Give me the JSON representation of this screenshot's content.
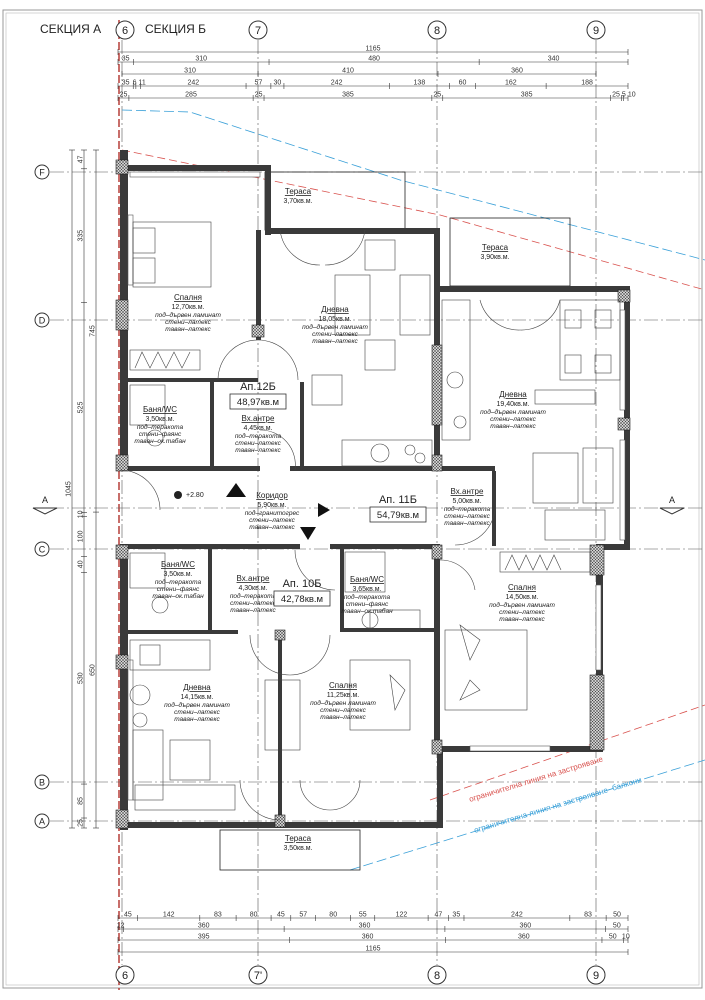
{
  "sections": {
    "left": "СЕКЦИЯ А",
    "right": "СЕКЦИЯ Б"
  },
  "axes": {
    "top": [
      "6",
      "7",
      "8",
      "9"
    ],
    "bottom": [
      "6",
      "7'",
      "8",
      "9"
    ],
    "left": [
      "F",
      "D",
      "C",
      "B",
      "A"
    ],
    "section_cut": "A"
  },
  "dimensions": {
    "top": [
      [
        "1165"
      ],
      [
        "35",
        "310",
        "480",
        "340"
      ],
      [
        "310",
        "410",
        "360"
      ],
      [
        "35",
        "6",
        "11",
        "242",
        "57",
        "30",
        "242",
        "138",
        "60",
        "162",
        "188"
      ],
      [
        "25",
        "285",
        "25",
        "385",
        "25",
        "385",
        "25",
        "5",
        "10"
      ]
    ],
    "bottom": [
      [
        "45",
        "142",
        "83",
        "80",
        "45",
        "57",
        "80",
        "55",
        "122",
        "47",
        "35",
        "242",
        "83",
        "50"
      ],
      [
        "12",
        "360",
        "360",
        "360",
        "50"
      ],
      [
        "395",
        "360",
        "360",
        "50",
        "10"
      ],
      [
        "1165"
      ]
    ],
    "left_inner": [
      "47",
      "335",
      "525",
      "10",
      "100",
      "40",
      "530",
      "85",
      "25"
    ],
    "left_mid": [
      "745",
      "650"
    ],
    "left_total": "1045"
  },
  "apartments": [
    {
      "name": "Ап.12Б",
      "area": "48,97кв.м"
    },
    {
      "name": "Ап. 11Б",
      "area": "54,79кв.м"
    },
    {
      "name": "Ап. 10Б",
      "area": "42,78кв.м"
    }
  ],
  "rooms": [
    {
      "name": "Спалня",
      "area": "12,70кв.м.",
      "finish": [
        "под–дървен ламинат",
        "стени–латекс",
        "таван–латекс"
      ]
    },
    {
      "name": "Дневна",
      "area": "18,05кв.м.",
      "finish": [
        "под–дървен ламинат",
        "стени–латекс",
        "таван–латекс"
      ]
    },
    {
      "name": "Баня/WC",
      "area": "3,50кв.м.",
      "finish": [
        "под–теракота",
        "стени–фаянс",
        "таван–ок.табан"
      ]
    },
    {
      "name": "Вх.антре",
      "area": "4,45кв.м.",
      "finish": [
        "под–теракота",
        "стени–латекс",
        "таван–латекс"
      ]
    },
    {
      "name": "Тераса",
      "area": "3,70кв.м.",
      "finish": []
    },
    {
      "name": "Коридор",
      "area": "5,90кв.м.",
      "finish": [
        "под–гранитогрес",
        "стени–латекс",
        "таван–латекс"
      ]
    },
    {
      "name": "Тераса",
      "area": "3,90кв.м.",
      "finish": []
    },
    {
      "name": "Дневна",
      "area": "19,40кв.м.",
      "finish": [
        "под–дървен ламинат",
        "стени–латекс",
        "таван–латекс"
      ]
    },
    {
      "name": "Вх.антре",
      "area": "5,00кв.м.",
      "finish": [
        "под–теракота",
        "стени–латекс",
        "таван–латекс"
      ]
    },
    {
      "name": "Спалня",
      "area": "14,50кв.м.",
      "finish": [
        "под–дървен ламинат",
        "стени–латекс",
        "таван–латекс"
      ]
    },
    {
      "name": "Баня/WC",
      "area": "3,65кв.м.",
      "finish": [
        "под–теракота",
        "стени–фаянс",
        "таван–ок.табан"
      ]
    },
    {
      "name": "Баня/WC",
      "area": "3,50кв.м.",
      "finish": [
        "под–теракота",
        "стени–фаянс",
        "таван–ок.табан"
      ]
    },
    {
      "name": "Вх.антре",
      "area": "4,30кв.м.",
      "finish": [
        "под–теракота",
        "стени–латекс",
        "таван–латекс"
      ]
    },
    {
      "name": "Дневна",
      "area": "14,15кв.м.",
      "finish": [
        "под–дървен ламинат",
        "стени–латекс",
        "таван–латекс"
      ]
    },
    {
      "name": "Спалня",
      "area": "11,25кв.м.",
      "finish": [
        "под–дървен ламинат",
        "стени–латекс",
        "таван–латекс"
      ]
    },
    {
      "name": "Тераса",
      "area": "3,50кв.м.",
      "finish": []
    }
  ],
  "level_mark": "+2.80",
  "boundary_lines": {
    "building": {
      "label": "ограничителна линия на застрояване",
      "color": "#d9534f"
    },
    "balcony": {
      "label": "ограничителна линия на застрояване- балкони",
      "color": "#3aa0d8"
    }
  },
  "colors": {
    "section_line": "#b0302a",
    "wall": "#3a3a3a"
  }
}
